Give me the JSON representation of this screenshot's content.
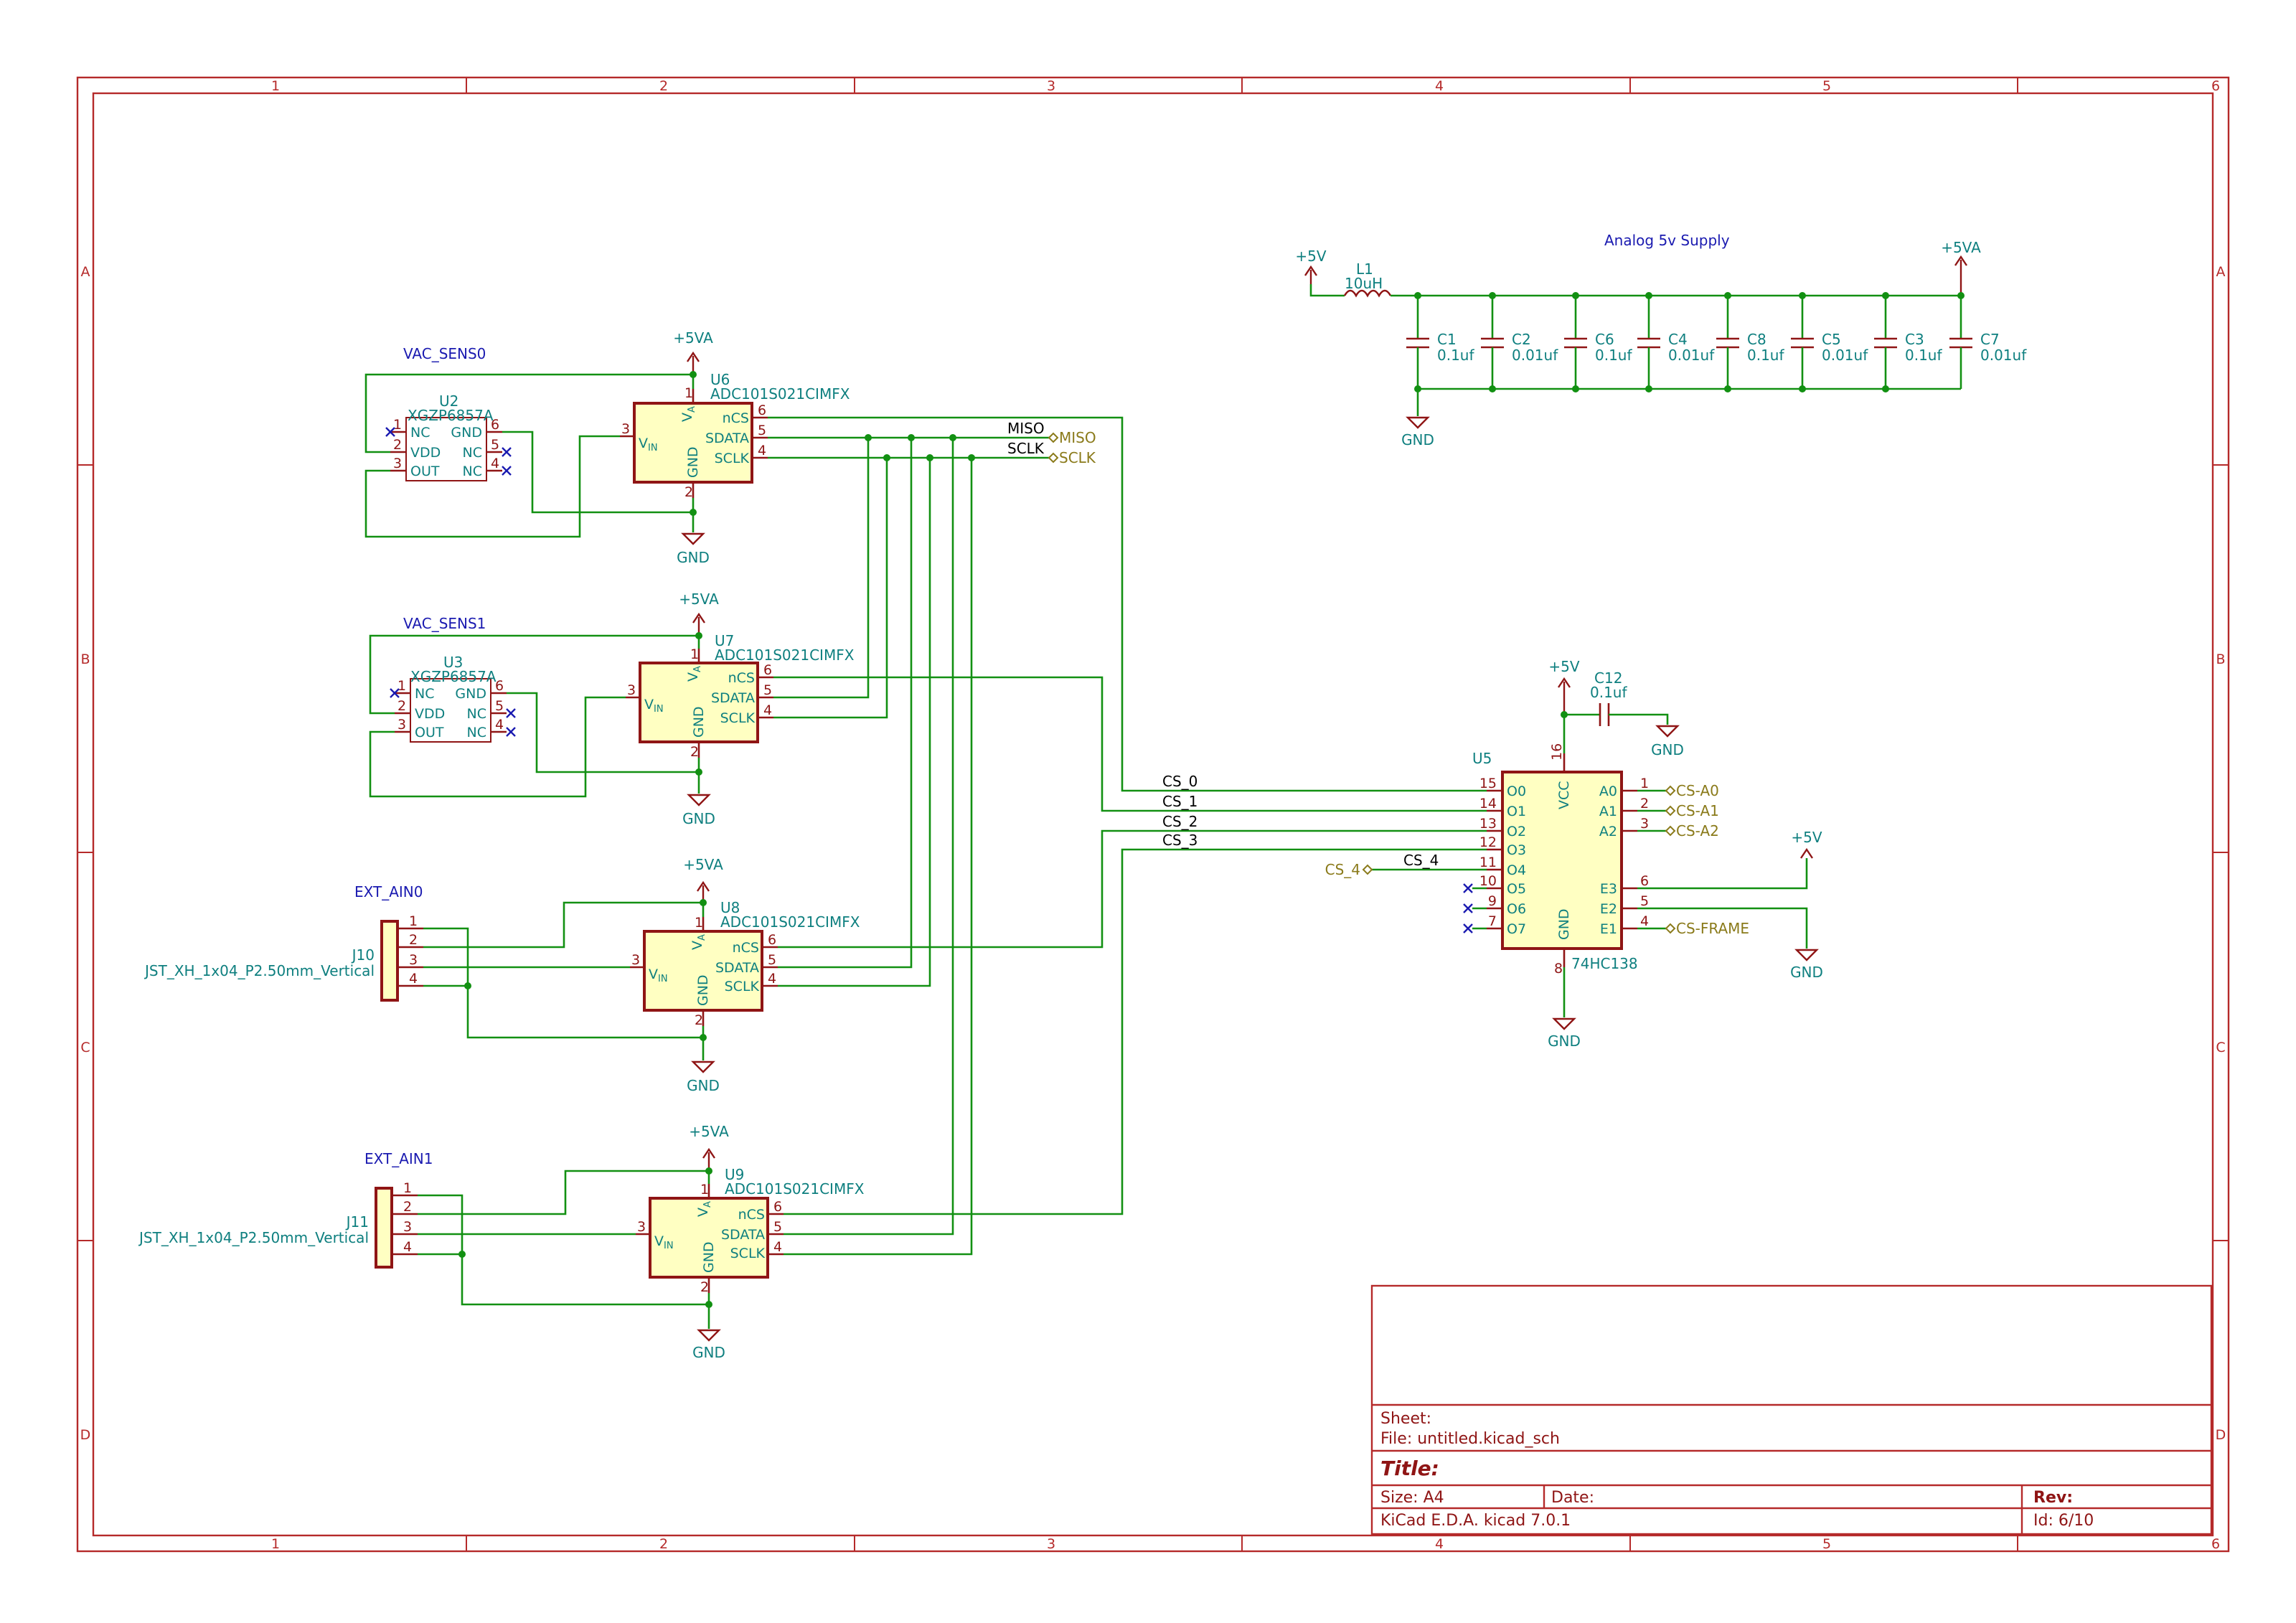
{
  "frame": {
    "columns": [
      "1",
      "2",
      "3",
      "4",
      "5",
      "6"
    ],
    "rows": [
      "A",
      "B",
      "C",
      "D"
    ]
  },
  "notes": {
    "analog_supply": "Analog 5v Supply",
    "vac_sens0": "VAC_SENS0",
    "vac_sens1": "VAC_SENS1",
    "ext_ain0": "EXT_AIN0",
    "ext_ain1": "EXT_AIN1"
  },
  "power": {
    "p5v": "+5V",
    "p5va": "+5VA",
    "gnd": "GND"
  },
  "components": {
    "u2": {
      "ref": "U2",
      "value": "XGZP6857A"
    },
    "u3": {
      "ref": "U3",
      "value": "XGZP6857A"
    },
    "u6": {
      "ref": "U6",
      "value": "ADC101S021CIMFX"
    },
    "u7": {
      "ref": "U7",
      "value": "ADC101S021CIMFX"
    },
    "u8": {
      "ref": "U8",
      "value": "ADC101S021CIMFX"
    },
    "u9": {
      "ref": "U9",
      "value": "ADC101S021CIMFX"
    },
    "u5": {
      "ref": "U5",
      "value": "74HC138"
    },
    "j10": {
      "ref": "J10",
      "value": "JST_XH_1x04_P2.50mm_Vertical"
    },
    "j11": {
      "ref": "J11",
      "value": "JST_XH_1x04_P2.50mm_Vertical"
    },
    "l1": {
      "ref": "L1",
      "value": "10uH"
    },
    "c12": {
      "ref": "C12",
      "value": "0.1uf"
    },
    "caps": [
      {
        "ref": "C1",
        "value": "0.1uf"
      },
      {
        "ref": "C2",
        "value": "0.01uf"
      },
      {
        "ref": "C6",
        "value": "0.1uf"
      },
      {
        "ref": "C4",
        "value": "0.01uf"
      },
      {
        "ref": "C8",
        "value": "0.1uf"
      },
      {
        "ref": "C5",
        "value": "0.01uf"
      },
      {
        "ref": "C3",
        "value": "0.1uf"
      },
      {
        "ref": "C7",
        "value": "0.01uf"
      }
    ]
  },
  "pins": {
    "sensor": {
      "left": [
        {
          "num": "1",
          "name": "NC"
        },
        {
          "num": "2",
          "name": "VDD"
        },
        {
          "num": "3",
          "name": "OUT"
        }
      ],
      "right": [
        {
          "num": "6",
          "name": "GND"
        },
        {
          "num": "5",
          "name": "NC"
        },
        {
          "num": "4",
          "name": "NC"
        }
      ]
    },
    "adc": {
      "vin": "V",
      "vin_sub": "IN",
      "vin_num": "3",
      "va": "V",
      "va_sub": "A",
      "va_num": "1",
      "gnd": "GND",
      "gnd_num": "2",
      "right": [
        {
          "num": "6",
          "name": "nCS"
        },
        {
          "num": "5",
          "name": "SDATA"
        },
        {
          "num": "4",
          "name": "SCLK"
        }
      ]
    },
    "conn": [
      "1",
      "2",
      "3",
      "4"
    ],
    "decoder": {
      "left": [
        {
          "num": "15",
          "name": "O0"
        },
        {
          "num": "14",
          "name": "O1"
        },
        {
          "num": "13",
          "name": "O2"
        },
        {
          "num": "12",
          "name": "O3"
        },
        {
          "num": "11",
          "name": "O4"
        },
        {
          "num": "10",
          "name": "O5"
        },
        {
          "num": "9",
          "name": "O6"
        },
        {
          "num": "7",
          "name": "O7"
        }
      ],
      "right": [
        {
          "num": "1",
          "name": "A0"
        },
        {
          "num": "2",
          "name": "A1"
        },
        {
          "num": "3",
          "name": "A2"
        },
        {
          "num": "6",
          "name": "E3"
        },
        {
          "num": "5",
          "name": "E2"
        },
        {
          "num": "4",
          "name": "E1"
        }
      ],
      "vcc": "VCC",
      "vcc_num": "16",
      "gnd": "GND",
      "gnd_num": "8"
    }
  },
  "nets": {
    "miso": "MISO",
    "sclk": "SCLK",
    "cs0": "CS_0",
    "cs1": "CS_1",
    "cs2": "CS_2",
    "cs3": "CS_3",
    "cs4": "CS_4"
  },
  "global_labels": {
    "miso": "MISO",
    "sclk": "SCLK",
    "cs4": "CS_4",
    "csa0": "CS-A0",
    "csa1": "CS-A1",
    "csa2": "CS-A2",
    "csframe": "CS-FRAME"
  },
  "title_block": {
    "sheet": "Sheet:",
    "file": "File: untitled.kicad_sch",
    "title": "Title:",
    "size": "Size: A4",
    "date": "Date:",
    "rev": "Rev:",
    "tool": "KiCad E.D.A.  kicad 7.0.1",
    "id": "Id: 6/10"
  },
  "colors": {
    "frame": "#b52a2a",
    "wire": "#129012",
    "symbol_fill": "#ffffc2",
    "symbol_stroke": "#8f1515",
    "field_text": "#0e7f7f",
    "note_text": "#1a1ab0",
    "global_label": "#8a7a1a"
  }
}
